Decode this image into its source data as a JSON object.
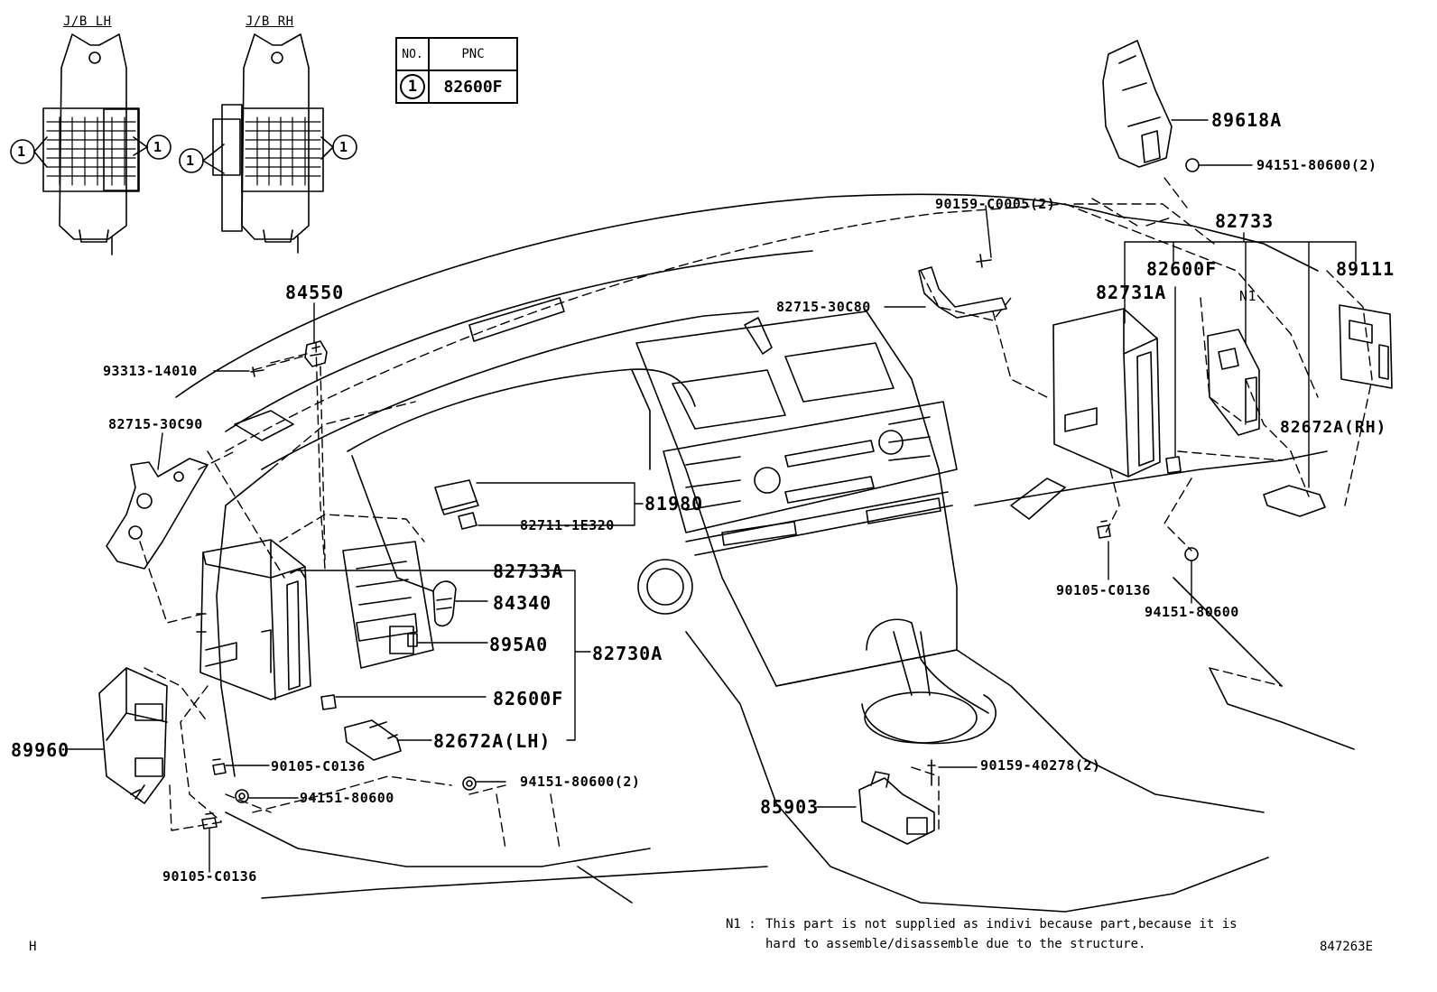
{
  "table": {
    "col_no": "NO.",
    "col_pnc": "PNC",
    "row_no": "1",
    "row_pnc": "82600F"
  },
  "jb": {
    "lh": "J/B LH",
    "rh": "J/B RH",
    "marker": "1"
  },
  "parts": {
    "p84550": "84550",
    "p93313": "93313-14010",
    "p82715c90": "82715-30C90",
    "p81980": "81980",
    "p82711": "82711-1E320",
    "p82733A": "82733A",
    "p84340": "84340",
    "p895A0": "895A0",
    "p82730A": "82730A",
    "p82600F_l": "82600F",
    "p82672A_lh": "82672A(LH)",
    "p89960": "89960",
    "p90105_l1": "90105-C0136",
    "p94151_l": "94151-80600",
    "p94151_l2": "94151-80600(2)",
    "p90105_l2": "90105-C0136",
    "p85903": "85903",
    "p90159_40278": "90159-40278(2)",
    "p90159_c0005": "90159-C0005(2)",
    "p82715c80": "82715-30C80",
    "p89618A": "89618A",
    "p94151_r2": "94151-80600(2)",
    "p82733": "82733",
    "p82600F_r": "82600F",
    "p82731A": "82731A",
    "pN1": "N1",
    "p89111": "89111",
    "p82672A_rh": "82672A(RH)",
    "p90105_r": "90105-C0136",
    "p94151_r": "94151-80600"
  },
  "note": {
    "marker": "N1 :",
    "line1": "This part is not supplied as indivi because part,because it is",
    "line2": "hard to assemble/disassemble due to the structure."
  },
  "footer": {
    "left": "H",
    "code": "847263E"
  }
}
